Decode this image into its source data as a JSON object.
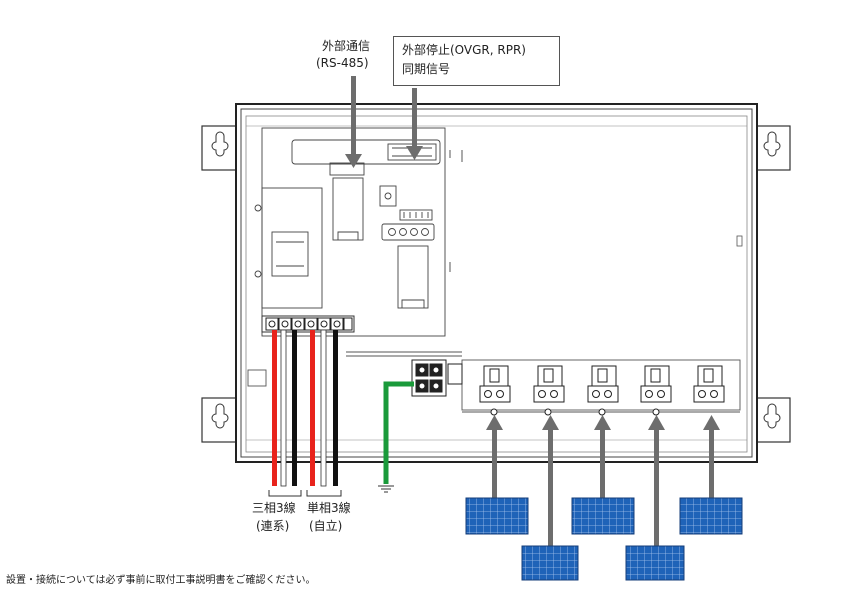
{
  "labels": {
    "comm_line1": "外部通信",
    "comm_line2": "(RS-485)",
    "stop_line1": "外部停止(OVGR, RPR)",
    "stop_line2": "同期信号",
    "three_phase_line1": "三相3線",
    "three_phase_line2": "(連系)",
    "single_phase_line1": "単相3線",
    "single_phase_line2": "(自立)"
  },
  "note": "設置・接続については必ず事前に取付工事説明書をご確認ください。",
  "colors": {
    "wire_red": "#e8231c",
    "wire_black": "#111111",
    "wire_white": "#ffffff",
    "wire_green": "#1a9a3a",
    "arrow_gray": "#6d6d6d",
    "panel_blue": "#1f63b8",
    "outline": "#333333"
  },
  "icons": [
    "mounting-hole-icon",
    "terminal-block-icon",
    "solar-panel-icon",
    "ground-symbol-icon",
    "arrow-up-icon",
    "arrow-down-icon"
  ]
}
